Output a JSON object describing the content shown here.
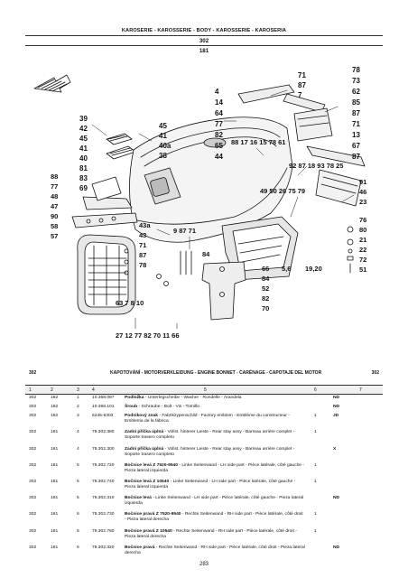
{
  "header": {
    "title": "KAROSERIE - KAROSSERIE - BODY - KAROSSERIE - KAROSERIA",
    "group": "302",
    "subgroup": "181"
  },
  "diagram": {
    "callouts": [
      {
        "label": "4"
      },
      {
        "label": "14"
      },
      {
        "label": "64"
      },
      {
        "label": "77"
      },
      {
        "label": "82"
      },
      {
        "label": "65"
      },
      {
        "label": "44"
      },
      {
        "label": "71"
      },
      {
        "label": "87"
      },
      {
        "label": "7"
      },
      {
        "label": "78"
      },
      {
        "label": "73"
      },
      {
        "label": "62"
      },
      {
        "label": "85"
      },
      {
        "label": "87"
      },
      {
        "label": "71"
      },
      {
        "label": "13"
      },
      {
        "label": "67"
      },
      {
        "label": "87"
      },
      {
        "label": "39"
      },
      {
        "label": "42"
      },
      {
        "label": "45"
      },
      {
        "label": "41"
      },
      {
        "label": "40"
      },
      {
        "label": "81"
      },
      {
        "label": "83"
      },
      {
        "label": "69"
      },
      {
        "label": "45"
      },
      {
        "label": "41"
      },
      {
        "label": "40a"
      },
      {
        "label": "38"
      },
      {
        "label": "88 17 16 15 78 61"
      },
      {
        "label": "92 87 18 93 78 25"
      },
      {
        "label": "88"
      },
      {
        "label": "77"
      },
      {
        "label": "48"
      },
      {
        "label": "47"
      },
      {
        "label": "90"
      },
      {
        "label": "58"
      },
      {
        "label": "57"
      },
      {
        "label": "49 50 26 75 79"
      },
      {
        "label": "91"
      },
      {
        "label": "46"
      },
      {
        "label": "23"
      },
      {
        "label": "76"
      },
      {
        "label": "80"
      },
      {
        "label": "21"
      },
      {
        "label": "22"
      },
      {
        "label": "72"
      },
      {
        "label": "51"
      },
      {
        "label": "43a"
      },
      {
        "label": "43"
      },
      {
        "label": "71"
      },
      {
        "label": "87"
      },
      {
        "label": "78"
      },
      {
        "label": "9 87 71"
      },
      {
        "label": "84"
      },
      {
        "label": "66"
      },
      {
        "label": "84"
      },
      {
        "label": "52"
      },
      {
        "label": "82"
      },
      {
        "label": "70"
      },
      {
        "label": "5,6"
      },
      {
        "label": "19,20"
      },
      {
        "label": "63 7 8 10"
      },
      {
        "label": "27 12 77 82 70 11 66"
      }
    ]
  },
  "section": {
    "code": "302",
    "code_right": "302",
    "title": "KAPOTOVÁNÍ - MOTORVERKLEIDUNG - ENGINE BONNET - CARÉNAGE - CAPOTAJE DEL MOTOR"
  },
  "columns": [
    "1",
    "2",
    "3",
    "4",
    "5",
    "6",
    "7"
  ],
  "rows": [
    {
      "c1": "302",
      "c2": "182",
      "c3": "1",
      "c4": "10.368.097",
      "name": "Podložka",
      "desc": " - Unterlegscheibe - Washer - Rondelle - Arandela",
      "qty": "",
      "note": "ND"
    },
    {
      "c1": "302",
      "c2": "182",
      "c3": "2",
      "c4": "10.368.101",
      "name": "Šroub",
      "desc": " - Schraube - Bolt - Vis - Tornillo",
      "qty": "",
      "note": "ND"
    },
    {
      "c1": "302",
      "c2": "182",
      "c3": "3",
      "c4": "5245-5303",
      "name": "Podnikový znak",
      "desc": " - Fabrikzypenschild - Factory emblem - Emblème du constructeur - Emblema de la fábrica",
      "qty": "1",
      "note": "JD"
    },
    {
      "c1": "302",
      "c2": "181",
      "c3": "4",
      "c4": "78.302.380",
      "name": "Zadní příčka úplná",
      "desc": " - Vollst. hinterer Leiste - Rear stay assy - Barreau arrière complet - Soporte trasero completo",
      "qty": "1",
      "note": ""
    },
    {
      "c1": "302",
      "c2": "181",
      "c3": "4",
      "c4": "78.302.300",
      "name": "Zadní příčka úplná",
      "desc": " - Vollst. hinterer Leiste - Rear stay assy - Barreau arrière complet - Soporte trasero completo",
      "qty": "",
      "note": "X"
    },
    {
      "c1": "302",
      "c2": "181",
      "c3": "5",
      "c4": "78.302.720",
      "name": "Bočnice levá Z 7520-9540",
      "desc": " - Linke Seitenwand - LH side part - Pièce latérale, côté gauche - Pieza lateral izquierda",
      "qty": "1",
      "note": ""
    },
    {
      "c1": "302",
      "c2": "181",
      "c3": "5",
      "c4": "78.302.740",
      "name": "Bočnice levá Z 10540",
      "desc": " - Linke Seitenwand - LH side part - Pièce latérale, côté gauche - Pieza lateral izquierda",
      "qty": "1",
      "note": ""
    },
    {
      "c1": "302",
      "c2": "181",
      "c3": "5",
      "c4": "78.302.310",
      "name": "Bočnice levá",
      "desc": " - Linke Seitenwand - LH side part - Pièce latérale, côté gauche - Pieza lateral izquierda",
      "qty": "",
      "note": "ND"
    },
    {
      "c1": "302",
      "c2": "181",
      "c3": "6",
      "c4": "78.302.730",
      "name": "Bočnice pravá Z 7520-9540",
      "desc": " - Rechte Seitenwand - RH side part - Pièce latérale, côté droit - Pieza lateral derecha",
      "qty": "1",
      "note": ""
    },
    {
      "c1": "302",
      "c2": "181",
      "c3": "6",
      "c4": "78.302.760",
      "name": "Bočnice pravá Z 10540",
      "desc": " - Rechte Seitenwand - RH side part - Pièce latérale, côté droit - Pieza lateral derecha",
      "qty": "1",
      "note": ""
    },
    {
      "c1": "302",
      "c2": "181",
      "c3": "6",
      "c4": "78.302.320",
      "name": "Bočnice pravá",
      "desc": " - Rechte Seitenwand - RH side part - Pièce latérale, côté droit - Pieza lateral derecha",
      "qty": "",
      "note": "ND"
    }
  ],
  "page_number": "283"
}
